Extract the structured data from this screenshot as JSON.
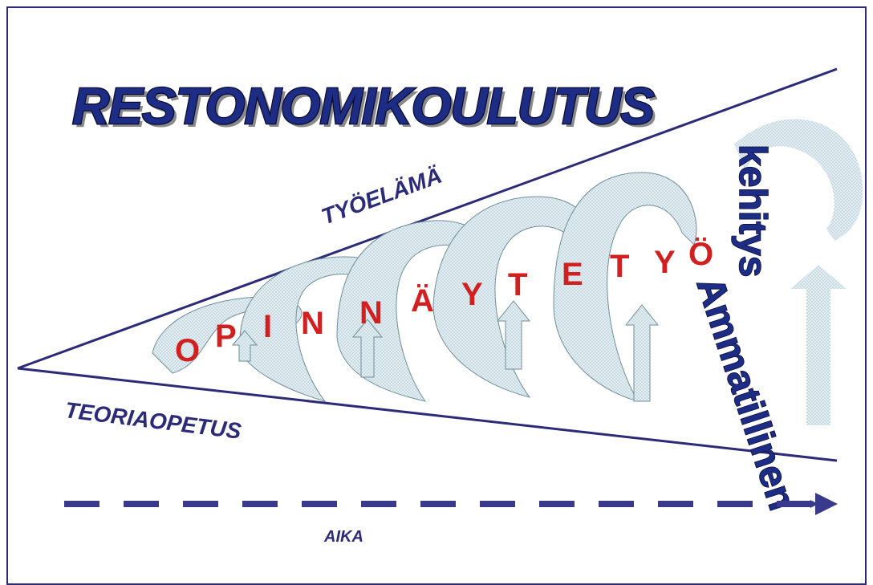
{
  "title": "RESTONOMIKOULUTUS",
  "labels": {
    "upper": "TYÖELÄMÄ",
    "lower": "TEORIAOPETUS",
    "time": "AIKA",
    "vertical_1": "kehitys",
    "vertical_2": "Ammatillinen"
  },
  "spiral_text": [
    "O",
    "P",
    "I",
    "N",
    "N",
    "Ä",
    "Y",
    "T",
    "E",
    "T",
    "Y",
    "Ö"
  ],
  "colors": {
    "frame": "#2b2b78",
    "lines": "#2b2b78",
    "title": "#1d2d86",
    "letters": "#d21f1f",
    "arrows": "#dbe9ef"
  }
}
